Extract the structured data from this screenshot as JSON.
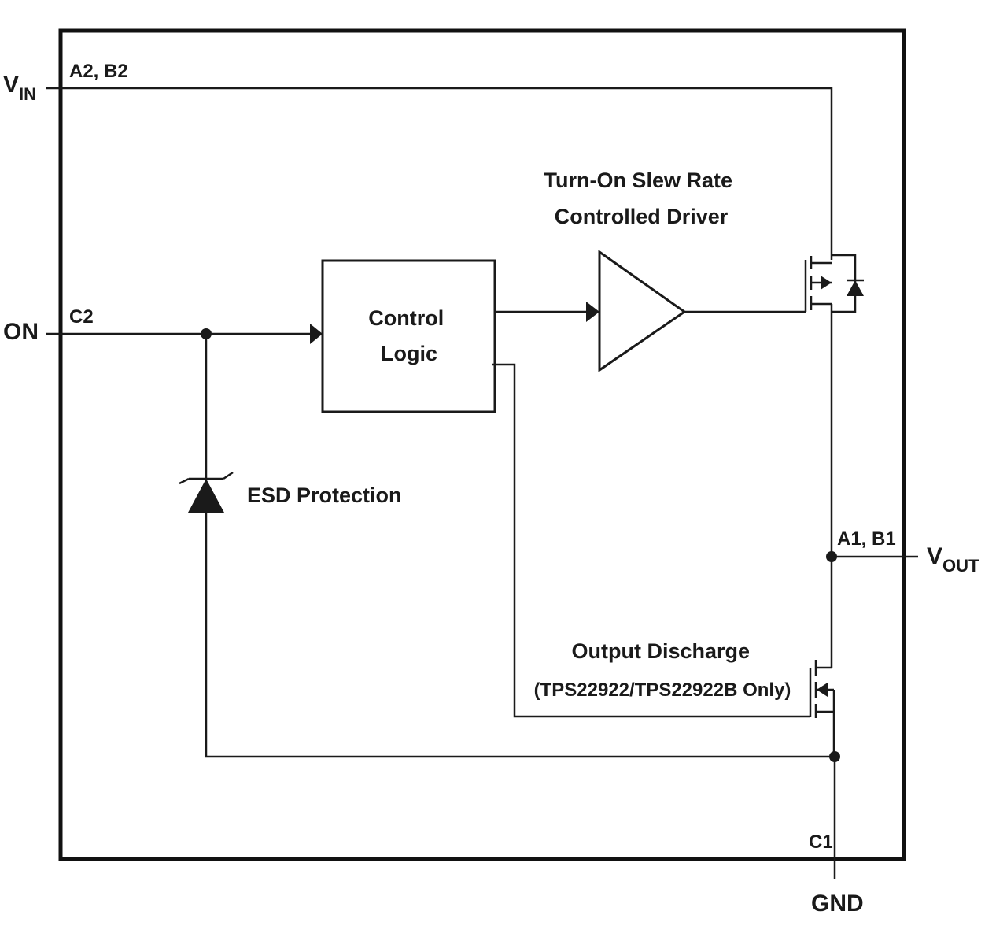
{
  "pins": {
    "vin": {
      "main": "V",
      "sub": "IN",
      "pin": "A2, B2"
    },
    "on": {
      "main": "ON",
      "pin": "C2"
    },
    "vout": {
      "main": "V",
      "sub": "OUT",
      "pin": "A1, B1"
    },
    "gnd": {
      "main": "GND",
      "pin": "C1"
    }
  },
  "blocks": {
    "control_logic": [
      "Control",
      "Logic"
    ],
    "driver": [
      "Turn-On Slew Rate",
      "Controlled Driver"
    ],
    "esd": "ESD Protection",
    "discharge": [
      "Output Discharge",
      "(TPS22922/TPS22922B Only)"
    ]
  }
}
